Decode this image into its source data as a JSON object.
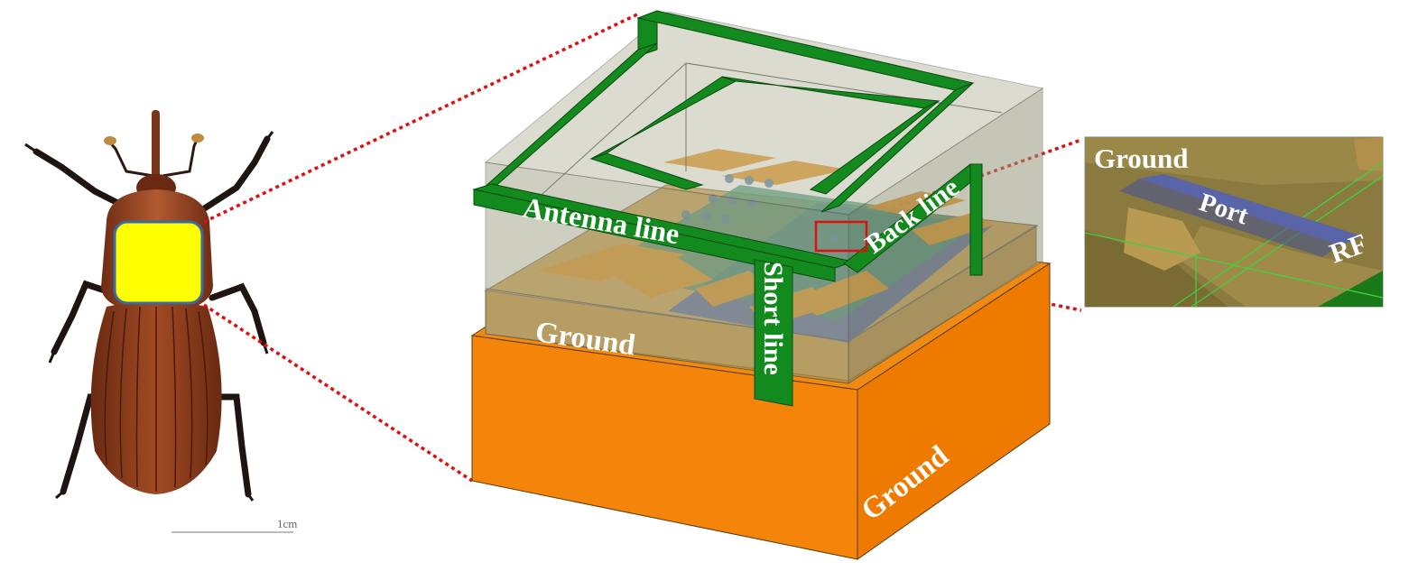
{
  "labels": {
    "antenna_line": "Antenna line",
    "back_line": "Back line",
    "short_line": "Short line",
    "ground_inner": "Ground",
    "ground_base": "Ground",
    "inset_ground": "Ground",
    "inset_port": "Port",
    "inset_rf": "RF",
    "scale_bar": "1cm"
  },
  "colors": {
    "antenna_green": "#138a1e",
    "ground_orange": "#f5840a",
    "highlight_yellow": "#ffff00",
    "callout_red": "#e01010",
    "port_blue": "#5a64a8",
    "beetle_brown": "#8a3a1c"
  }
}
